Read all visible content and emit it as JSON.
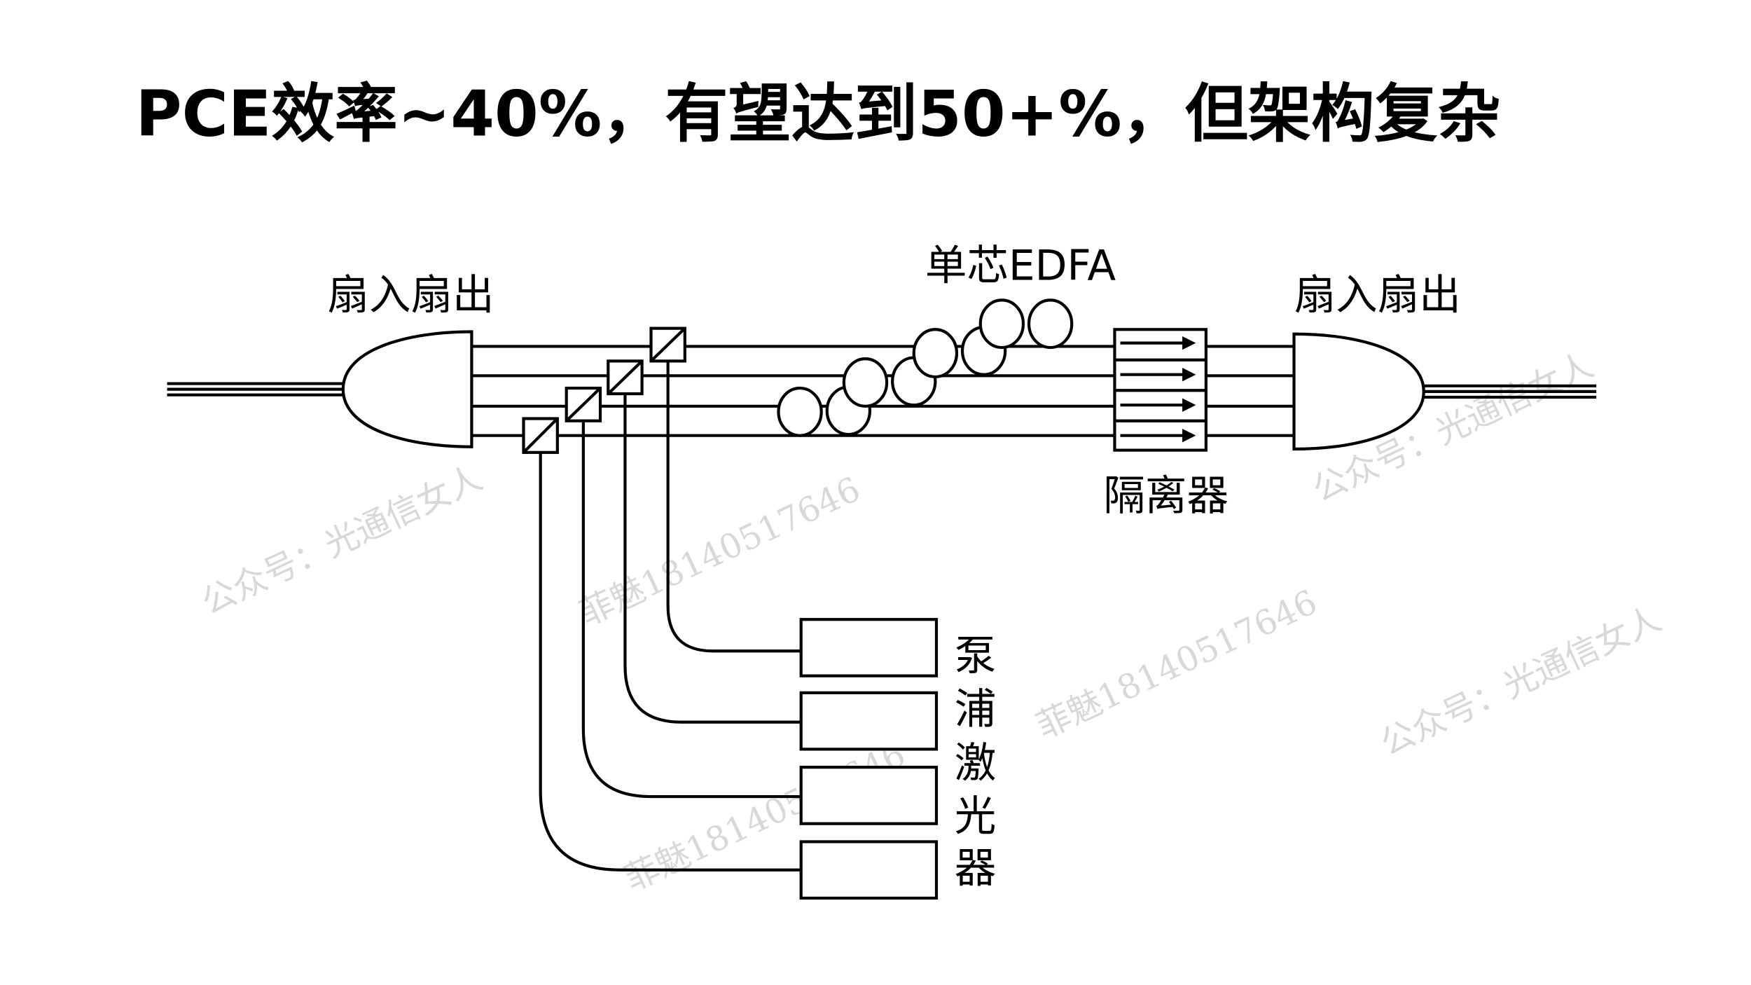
{
  "title": "PCE效率~40%，有望达到50+%，但架构复杂",
  "labels": {
    "fan_in_out_left": "扇入扇出",
    "fan_in_out_right": "扇入扇出",
    "edfa": "单芯EDFA",
    "isolator": "隔离器",
    "pump_laser": [
      "泵",
      "浦",
      "激",
      "光",
      "器"
    ]
  },
  "watermarks": {
    "account": "公众号：光通信女人",
    "contact": "菲魅18140517646"
  },
  "colors": {
    "line": "#000000",
    "watermark": "#d8d8d8"
  }
}
